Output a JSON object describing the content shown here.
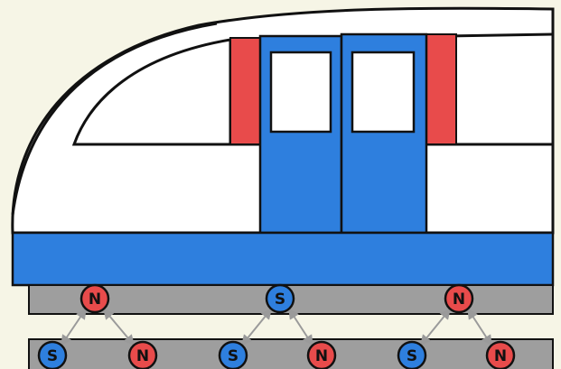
{
  "colors": {
    "background": "#f6f5e6",
    "train_body": "#ffffff",
    "train_blue": "#2e7fde",
    "door_pillar_red": "#e84b4b",
    "track_gray": "#9e9e9e",
    "outline": "#111111",
    "pole_north": "#e84b4b",
    "pole_south": "#2e7fde",
    "arrow": "#9a9a9a",
    "pole_text": "#111111"
  },
  "train": {
    "vehicle_magnets": [
      {
        "label": "N",
        "pole": "north"
      },
      {
        "label": "S",
        "pole": "south"
      },
      {
        "label": "N",
        "pole": "north"
      }
    ]
  },
  "guideway": {
    "track_magnets": [
      {
        "label": "S",
        "pole": "south"
      },
      {
        "label": "N",
        "pole": "north"
      },
      {
        "label": "S",
        "pole": "south"
      },
      {
        "label": "N",
        "pole": "north"
      },
      {
        "label": "S",
        "pole": "south"
      },
      {
        "label": "N",
        "pole": "north"
      }
    ]
  }
}
